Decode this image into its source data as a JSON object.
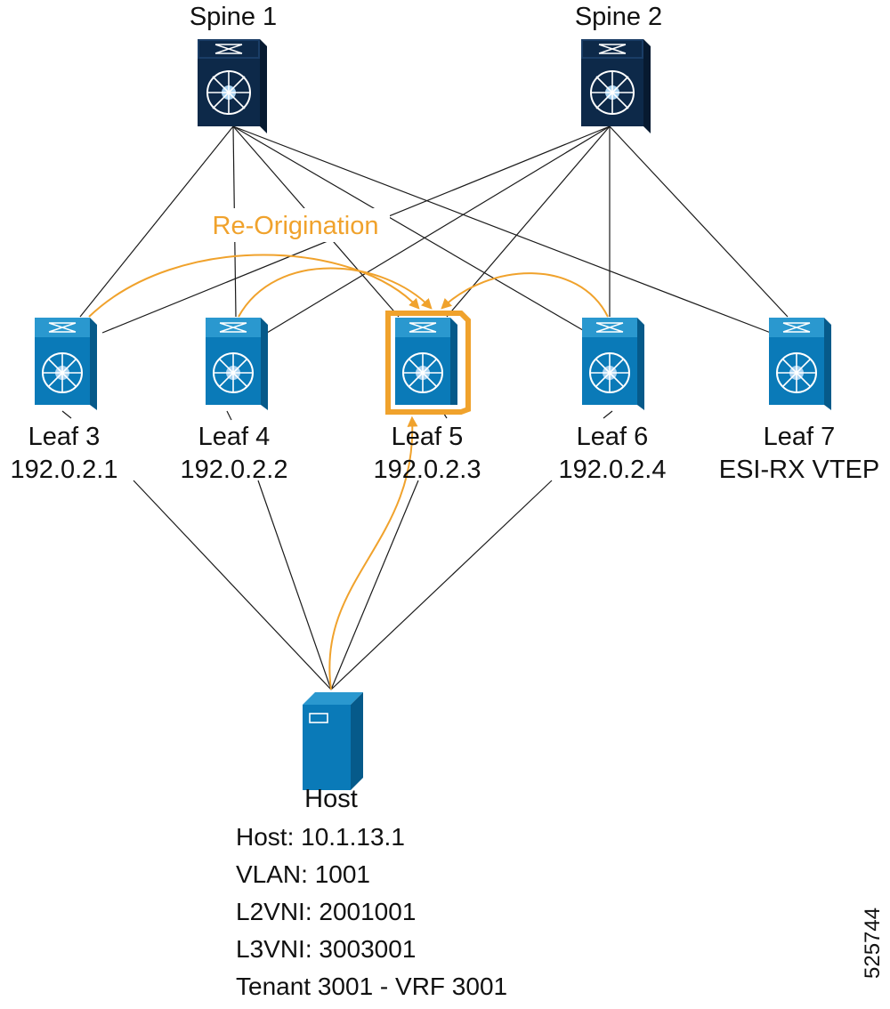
{
  "colors": {
    "spine_dark": "#0d2949",
    "leaf_blue": "#0a7ab8",
    "leaf_top": "#2a98cf",
    "highlight_orange": "#f0a22c",
    "link_line": "#1a1a1a"
  },
  "spines": [
    {
      "name": "Spine 1",
      "icon": "nexus-switch-icon"
    },
    {
      "name": "Spine 2",
      "icon": "nexus-switch-icon"
    }
  ],
  "leaves": [
    {
      "name": "Leaf 3",
      "detail": "192.0.2.1",
      "icon": "nexus-switch-icon",
      "highlighted": false
    },
    {
      "name": "Leaf 4",
      "detail": "192.0.2.2",
      "icon": "nexus-switch-icon",
      "highlighted": false
    },
    {
      "name": "Leaf 5",
      "detail": "192.0.2.3",
      "icon": "nexus-switch-icon",
      "highlighted": true
    },
    {
      "name": "Leaf 6",
      "detail": "192.0.2.4",
      "icon": "nexus-switch-icon",
      "highlighted": false
    },
    {
      "name": "Leaf 7",
      "detail": "ESI-RX VTEP",
      "icon": "nexus-switch-icon",
      "highlighted": false
    }
  ],
  "host": {
    "name": "Host",
    "icon": "server-icon",
    "details": [
      "Host: 10.1.13.1",
      "VLAN: 1001",
      "L2VNI: 2001001",
      "L3VNI: 3003001",
      "Tenant 3001 - VRF 3001"
    ]
  },
  "annotation": "Re-Origination",
  "figure_id": "525744"
}
